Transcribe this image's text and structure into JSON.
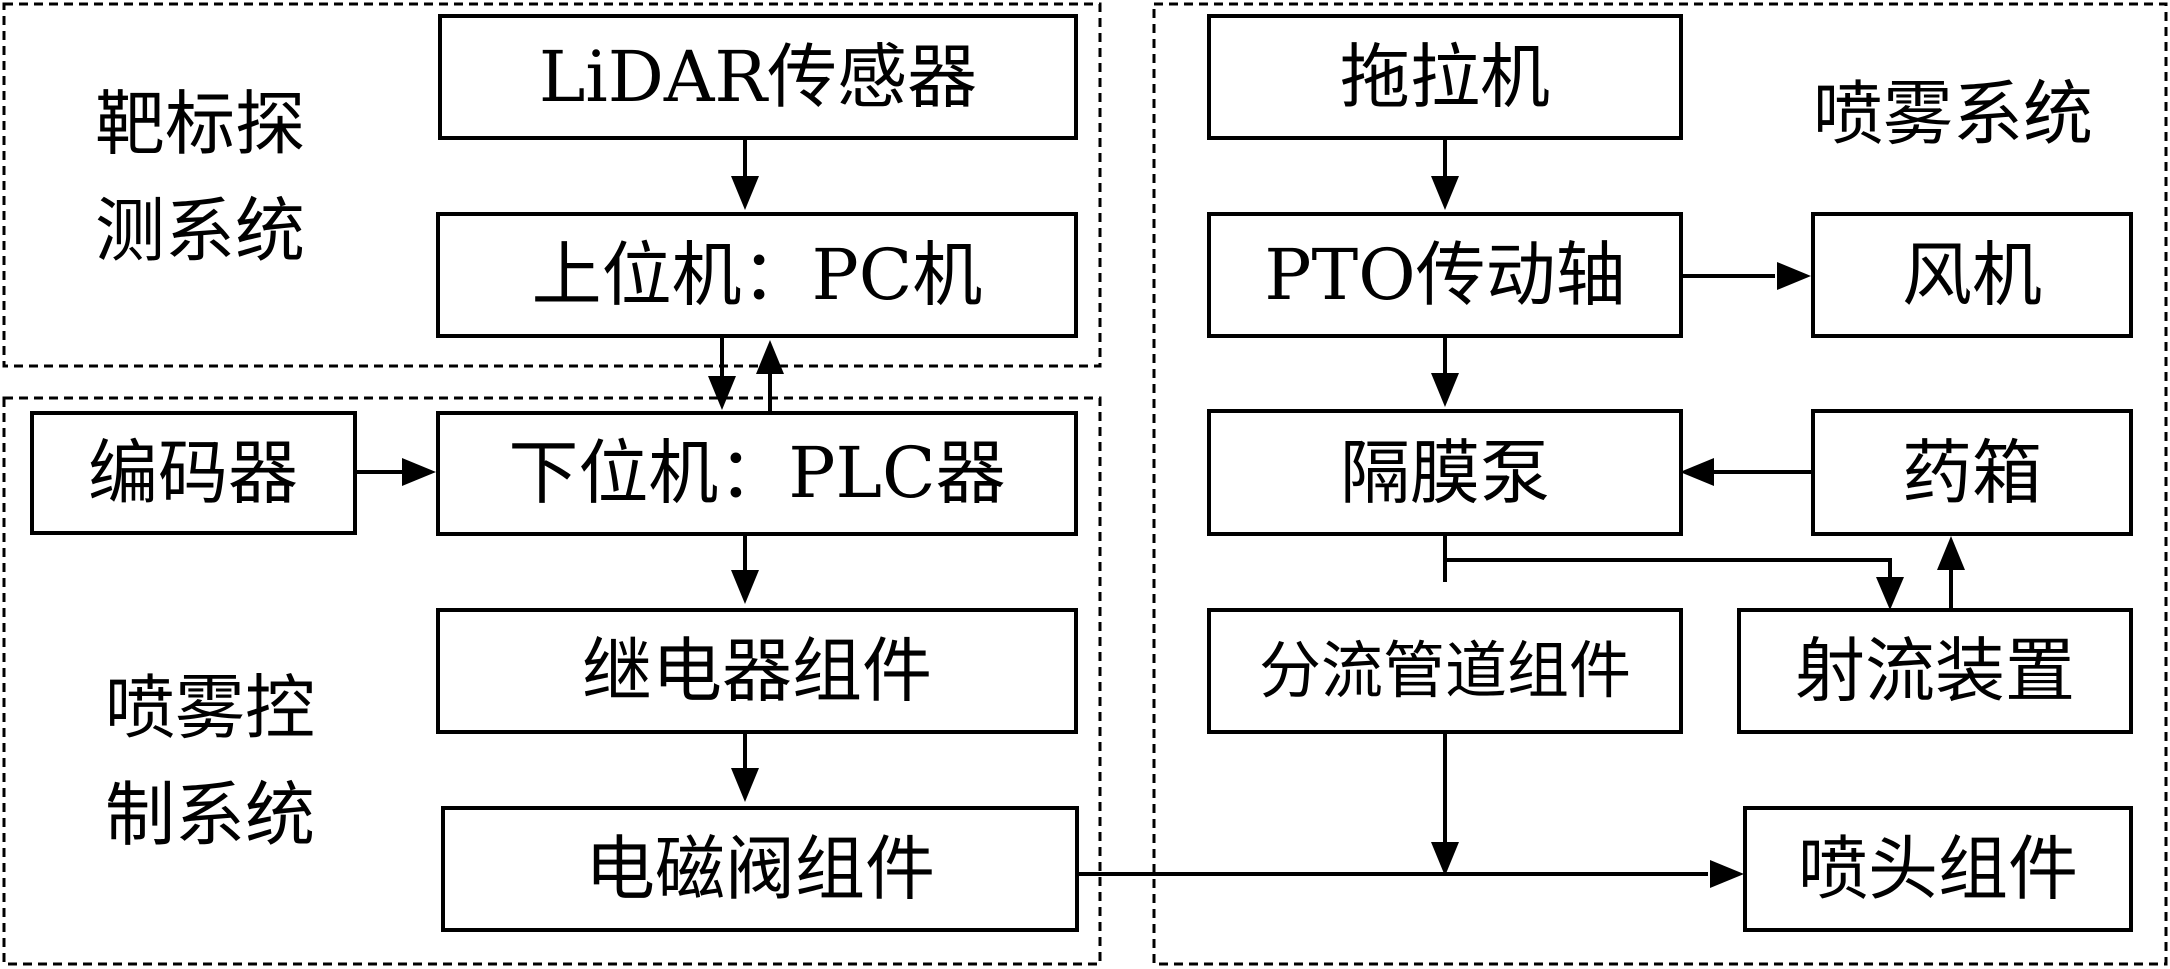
{
  "groups": {
    "target_detection": {
      "line1": "靶标探",
      "line2": "测系统"
    },
    "spray_control": {
      "line1": "喷雾控",
      "line2": "制系统"
    },
    "spray_system": {
      "label": "喷雾系统"
    }
  },
  "boxes": {
    "lidar": "LiDAR传感器",
    "pc": "上位机：PC机",
    "encoder": "编码器",
    "plc": "下位机：PLC器",
    "relay": "继电器组件",
    "solenoid": "电磁阀组件",
    "tractor": "拖拉机",
    "pto": "PTO传动轴",
    "fan": "风机",
    "diaphragm_pump": "隔膜泵",
    "tank": "药箱",
    "manifold": "分流管道组件",
    "jet_device": "射流装置",
    "nozzle": "喷头组件"
  }
}
